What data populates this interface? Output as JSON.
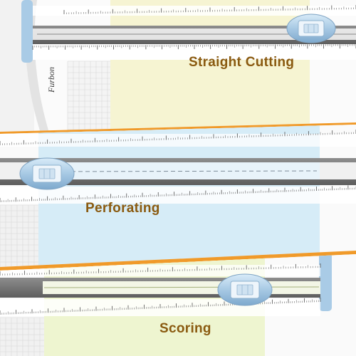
{
  "brand": "Furbon",
  "panels": [
    {
      "mode": "cutting",
      "label": "Straight Cutting",
      "cut_line": "solid"
    },
    {
      "mode": "perforating",
      "label": "Perforating",
      "cut_line": "dashed"
    },
    {
      "mode": "scoring",
      "label": "Scoring",
      "cut_line": "solid"
    }
  ],
  "colors": {
    "separator": "#f09a2a",
    "slider_blue": "#a9cbe6",
    "paper_yellow": "#f6f4d2",
    "paper_blue": "#d6ecf7",
    "paper_green": "#eef5d0",
    "label_text": "#8a5a10"
  }
}
